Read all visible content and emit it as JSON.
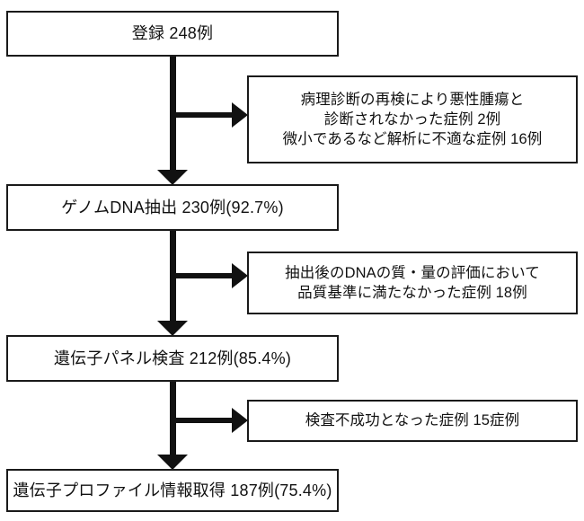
{
  "diagram": {
    "type": "flowchart",
    "orientation": "vertical-with-right-branches",
    "colors": {
      "stroke": "#1a1a1a",
      "arrow": "#111111",
      "background": "#ffffff",
      "text": "#111111"
    },
    "main_nodes": [
      {
        "id": "enrollment",
        "text": "登録  248例",
        "label": "登録",
        "count": 248,
        "unit": "例",
        "percent": null
      },
      {
        "id": "genomic-dna-extraction",
        "text": "ゲノムDNA抽出  230例(92.7%)",
        "label": "ゲノムDNA抽出",
        "count": 230,
        "unit": "例",
        "percent": "92.7%"
      },
      {
        "id": "gene-panel-test",
        "text": "遺伝子パネル検査  212例(85.4%)",
        "label": "遺伝子パネル検査",
        "count": 212,
        "unit": "例",
        "percent": "85.4%"
      },
      {
        "id": "gene-profile-obtained",
        "text": "遺伝子プロファイル情報取得  187例(75.4%)",
        "label": "遺伝子プロファイル情報取得",
        "count": 187,
        "unit": "例",
        "percent": "75.4%"
      }
    ],
    "exclusion_nodes": [
      {
        "id": "exclusion-1",
        "text": "病理診断の再検により悪性腫瘍と\n診断されなかった症例  2例\n微小であるなど解析に不適な症例 16例",
        "lines": [
          "病理診断の再検により悪性腫瘍と",
          "診断されなかった症例  2例",
          "微小であるなど解析に不適な症例 16例"
        ],
        "counts": [
          2,
          16
        ]
      },
      {
        "id": "exclusion-2",
        "text": "抽出後のDNAの質・量の評価において\n品質基準に満たなかった症例  18例",
        "lines": [
          "抽出後のDNAの質・量の評価において",
          "品質基準に満たなかった症例  18例"
        ],
        "counts": [
          18
        ]
      },
      {
        "id": "exclusion-3",
        "text": "検査不成功となった症例  15症例",
        "lines": [
          "検査不成功となった症例  15症例"
        ],
        "counts": [
          15
        ]
      }
    ],
    "connectors": [
      {
        "id": "connector-1",
        "from": "enrollment",
        "to": "genomic-dna-extraction",
        "icon": "arrow-down-icon"
      },
      {
        "id": "connector-2",
        "from": "genomic-dna-extraction",
        "to": "gene-panel-test",
        "icon": "arrow-down-icon"
      },
      {
        "id": "connector-3",
        "from": "gene-panel-test",
        "to": "gene-profile-obtained",
        "icon": "arrow-down-icon"
      },
      {
        "id": "branch-1",
        "from": "enrollment",
        "to": "exclusion-1",
        "icon": "arrow-right-icon"
      },
      {
        "id": "branch-2",
        "from": "genomic-dna-extraction",
        "to": "exclusion-2",
        "icon": "arrow-right-icon"
      },
      {
        "id": "branch-3",
        "from": "gene-panel-test",
        "to": "exclusion-3",
        "icon": "arrow-right-icon"
      }
    ]
  }
}
